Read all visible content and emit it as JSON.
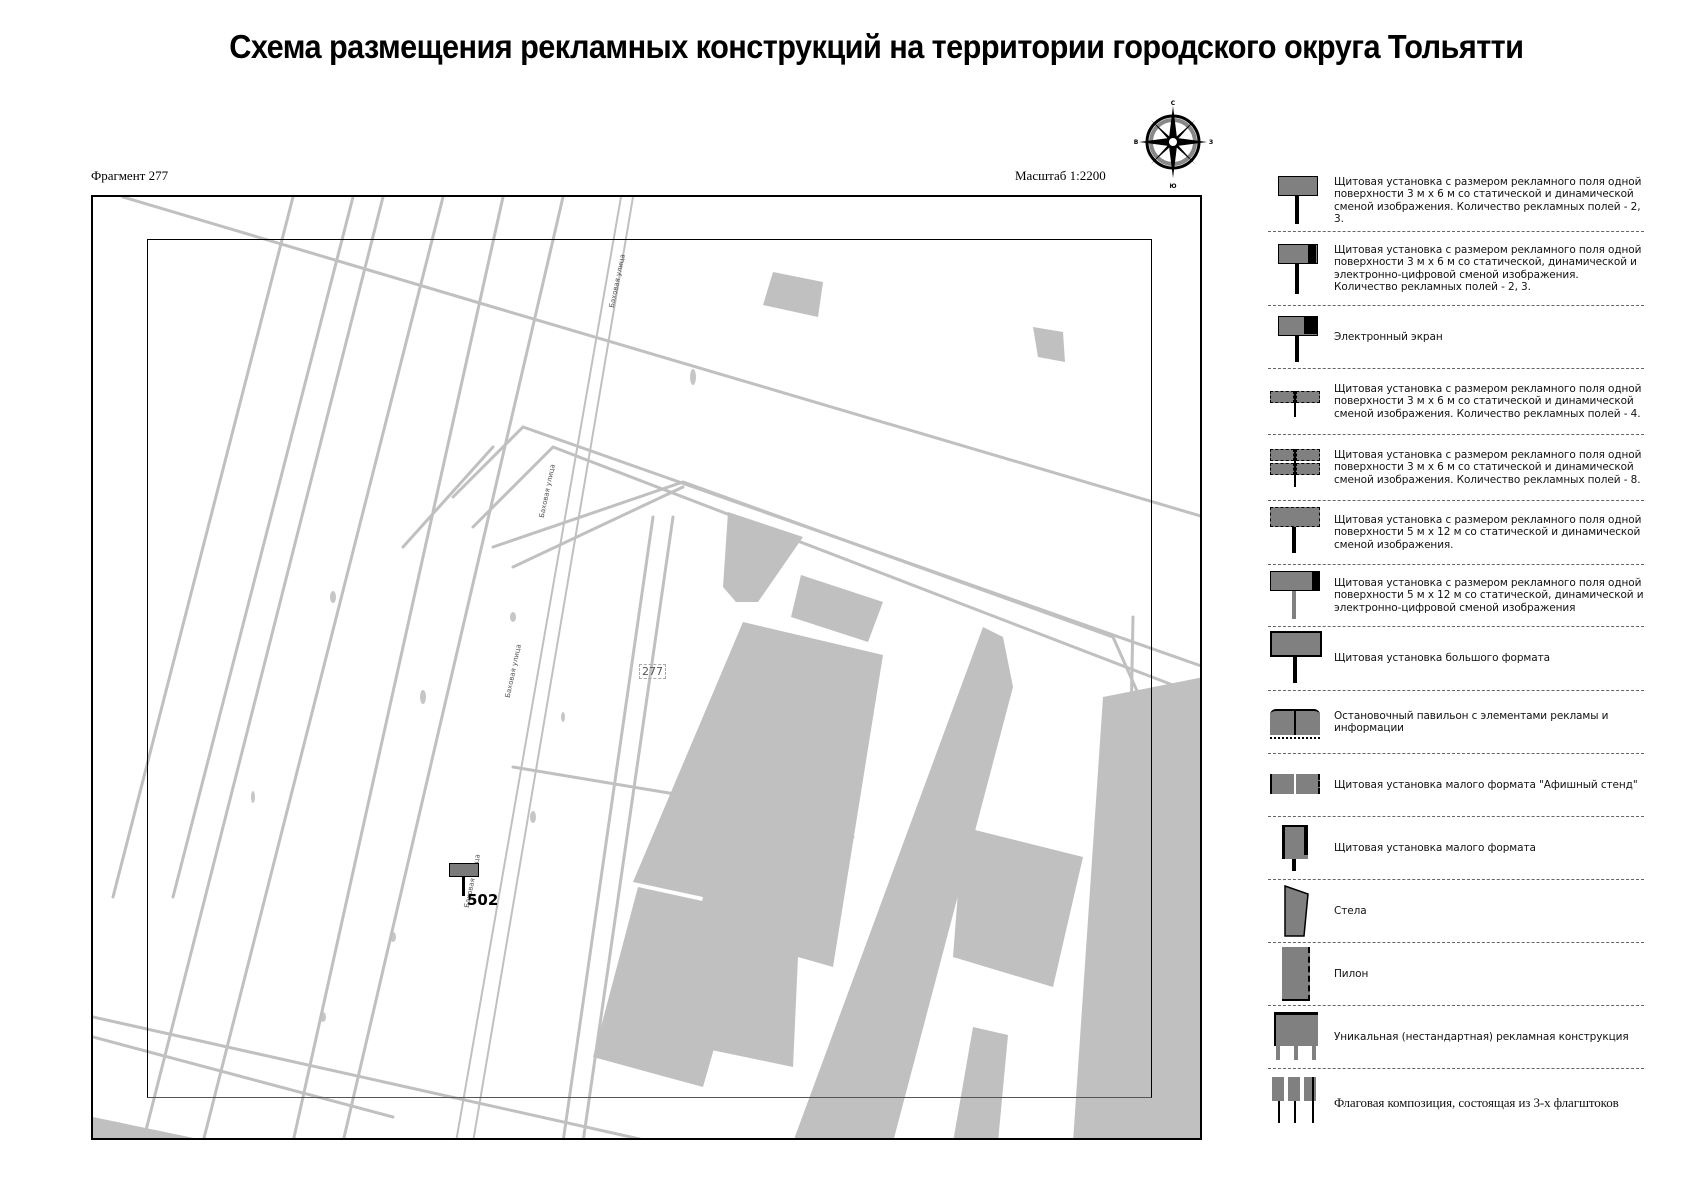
{
  "header": {
    "title": "Схема размещения рекламных конструкций на территории городского округа Тольятти",
    "fragment_label": "Фрагмент 277",
    "scale_label": "Масштаб 1:2200"
  },
  "compass": {
    "north": "С",
    "south": "Ю",
    "west": "В",
    "east": "З"
  },
  "map": {
    "fragment_number": "277",
    "street_name": "Баховая улица",
    "markers": [
      {
        "id": "502",
        "type": "billboard-3x6-static-dynamic"
      }
    ],
    "colors": {
      "background": "#ffffff",
      "buildings": "#c0c0c0",
      "roads": "#c0c0c0",
      "frame": "#000000",
      "marker_fill": "#7a7a7a"
    }
  },
  "legend": {
    "items": [
      {
        "icon": "billboard-3x6-icon",
        "text": "Щитовая установка с размером рекламного поля одной поверхности 3 м х 6 м со статической и динамической сменой изображения. Количество рекламных полей - 2, 3."
      },
      {
        "icon": "billboard-3x6-digital-icon",
        "text": "Щитовая установка с размером рекламного поля одной поверхности 3 м х 6 м со статической, динамической и электронно-цифровой сменой изображения. Количество рекламных полей - 2, 3."
      },
      {
        "icon": "electronic-screen-icon",
        "text": "Электронный экран"
      },
      {
        "icon": "billboard-3x6-4-fields-icon",
        "text": "Щитовая установка с размером рекламного поля одной поверхности 3 м х 6 м со статической и динамической сменой изображения. Количество рекламных полей - 4."
      },
      {
        "icon": "billboard-3x6-8-fields-icon",
        "text": "Щитовая установка с размером рекламного поля одной поверхности 3 м х 6 м со статической и динамической сменой изображения. Количество рекламных полей - 8."
      },
      {
        "icon": "billboard-5x12-icon",
        "text": "Щитовая установка с размером рекламного поля одной поверхности 5 м х 12 м со статической и динамической сменой изображения."
      },
      {
        "icon": "billboard-5x12-digital-icon",
        "text": "Щитовая установка с размером рекламного поля одной поверхности 5 м х 12 м со статической, динамической и электронно-цифровой сменой изображения"
      },
      {
        "icon": "large-format-billboard-icon",
        "text": "Щитовая установка большого формата"
      },
      {
        "icon": "bus-stop-pavilion-icon",
        "text": "Остановочный павильон с элементами рекламы и информации"
      },
      {
        "icon": "poster-stand-icon",
        "text": "Щитовая установка малого формата \"Афишный стенд\""
      },
      {
        "icon": "small-format-billboard-icon",
        "text": "Щитовая установка малого формата"
      },
      {
        "icon": "stele-icon",
        "text": "Стела"
      },
      {
        "icon": "pylon-icon",
        "text": "Пилон"
      },
      {
        "icon": "unique-structure-icon",
        "text": "Уникальная (нестандартная) рекламная конструкция"
      },
      {
        "icon": "flag-composition-icon",
        "text": "Флаговая композиция, состоящая из 3-х флагштоков"
      }
    ]
  }
}
